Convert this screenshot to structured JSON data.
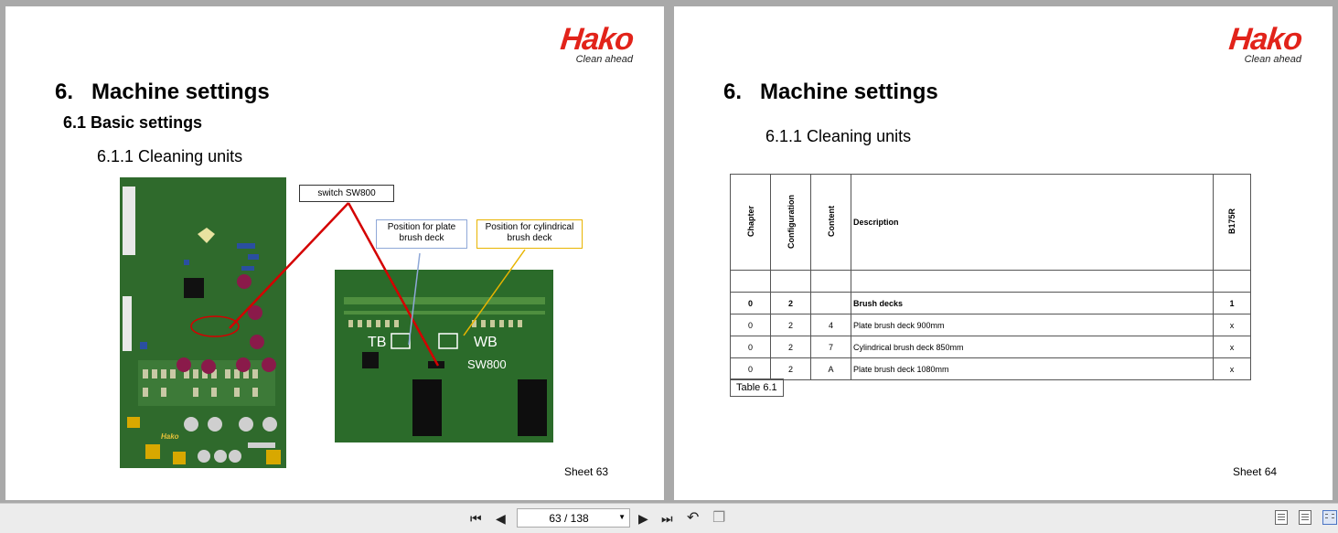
{
  "left_page": {
    "logo": {
      "word": "Hako",
      "tagline": "Clean ahead"
    },
    "heading": "6.   Machine settings",
    "subheading": "6.1 Basic settings",
    "subsubheading": "6.1.1 Cleaning units",
    "callouts": {
      "switch": "switch SW800",
      "plate": "Position for plate brush deck",
      "cylindrical": "Position for cylindrical brush deck"
    },
    "board_labels": {
      "tb": "TB",
      "wb": "WB",
      "sw": "SW800",
      "brand": "Hako"
    },
    "sheet": "Sheet 63"
  },
  "right_page": {
    "logo": {
      "word": "Hako",
      "tagline": "Clean ahead"
    },
    "heading": "6.   Machine settings",
    "subsubheading": "6.1.1 Cleaning units",
    "table": {
      "headers": [
        "Chapter",
        "Configuration",
        "Content",
        "Description",
        "B175R"
      ],
      "rows": [
        [
          "0",
          "2",
          "",
          "Brush decks",
          "1"
        ],
        [
          "0",
          "2",
          "4",
          "Plate brush deck 900mm",
          "x"
        ],
        [
          "0",
          "2",
          "7",
          "Cylindrical brush deck 850mm",
          "x"
        ],
        [
          "0",
          "2",
          "A",
          "Plate brush deck 1080mm",
          "x"
        ]
      ]
    },
    "caption": "Table 6.1",
    "sheet": "Sheet 64"
  },
  "toolbar": {
    "page_indicator": "63 / 138",
    "icons": [
      "first-page-icon",
      "prev-page-icon",
      "next-page-icon",
      "last-page-icon",
      "rotate-icon",
      "copy-icon",
      "single-page-view-icon",
      "continuous-view-icon",
      "two-page-view-icon"
    ]
  },
  "colors": {
    "brand_red": "#e2231a",
    "pcb_green": "#2f6a2c",
    "callout_yellow": "#e8b400",
    "callout_blue": "#8fa8d8",
    "arrow_red": "#d40000"
  }
}
